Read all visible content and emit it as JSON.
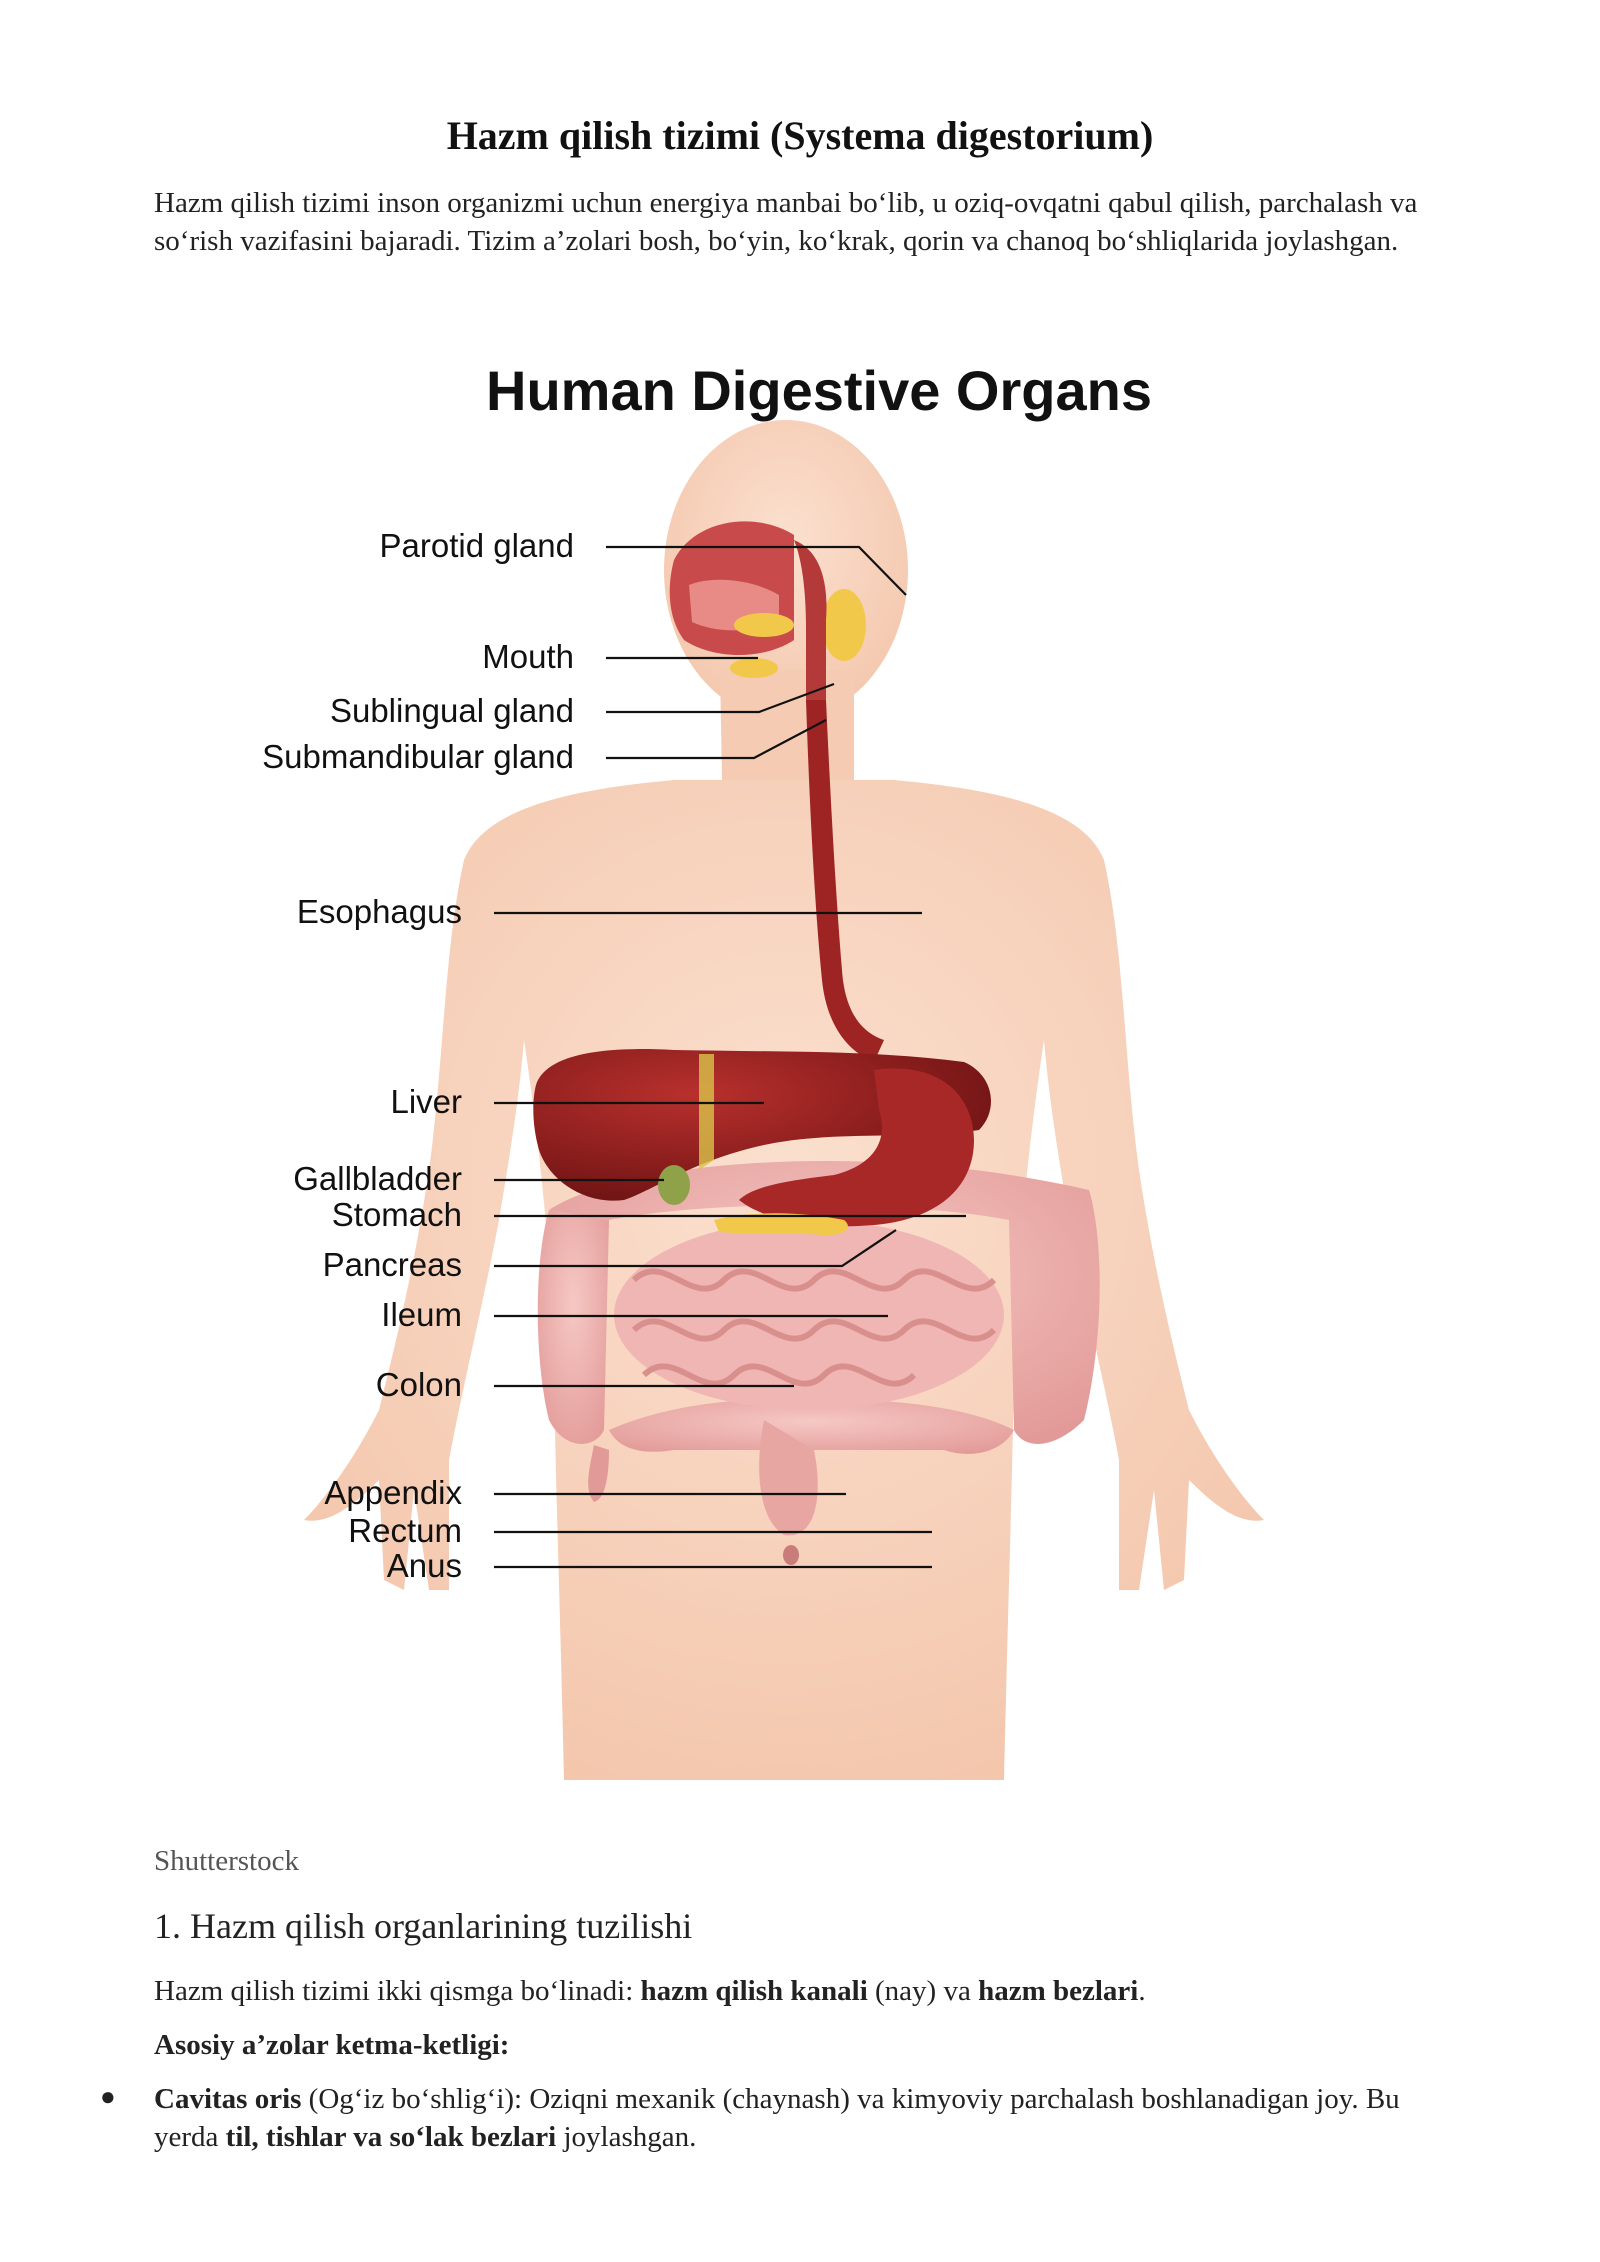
{
  "document": {
    "title": "Hazm qilish tizimi (Systema digestorium)",
    "intro": "Hazm qilish tizimi inson organizmi uchun energiya manbai bo‘lib, u oziq-ovqatni qabul qilish, parchalash va so‘rish vazifasini bajaradi. Tizim a’zolari bosh, bo‘yin, ko‘krak, qorin va chanoq bo‘shliqlarida joylashgan.",
    "image_credit": "Shutterstock",
    "section_heading": "1. Hazm qilish organlarining tuzilishi",
    "para1": {
      "t1": "Hazm qilish tizimi ikki qismga bo‘linadi: ",
      "b1": "hazm qilish kanali",
      "t2": " (nay) va ",
      "b2": "hazm bezlari",
      "t3": "."
    },
    "subheading": "Asosiy a’zolar ketma-ketligi:",
    "bullet1": {
      "b1": "Cavitas oris",
      "t1": " (Og‘iz bo‘shlig‘i): Oziqni mexanik (chaynash) va kimyoviy parchalash boshlanadigan joy. Bu yerda ",
      "b2": "til, tishlar va so‘lak bezlari",
      "t2": " joylashgan."
    }
  },
  "figure": {
    "title": "Human Digestive Organs",
    "labels": {
      "parotid": "Parotid gland",
      "mouth": "Mouth",
      "sublingual": "Sublingual gland",
      "submandibular": "Submandibular gland",
      "esophagus": "Esophagus",
      "liver": "Liver",
      "gallbladder": "Gallbladder",
      "stomach": "Stomach",
      "pancreas": "Pancreas",
      "ileum": "Ileum",
      "colon": "Colon",
      "appendix": "Appendix",
      "rectum": "Rectum",
      "anus": "Anus"
    }
  },
  "colors": {
    "skin": "#f7d2bc",
    "organ_red": "#8e1b1b",
    "intestine_pink": "#eeaaa8",
    "gland_yellow": "#f2c84b",
    "gallbladder_green": "#8fa24a"
  }
}
